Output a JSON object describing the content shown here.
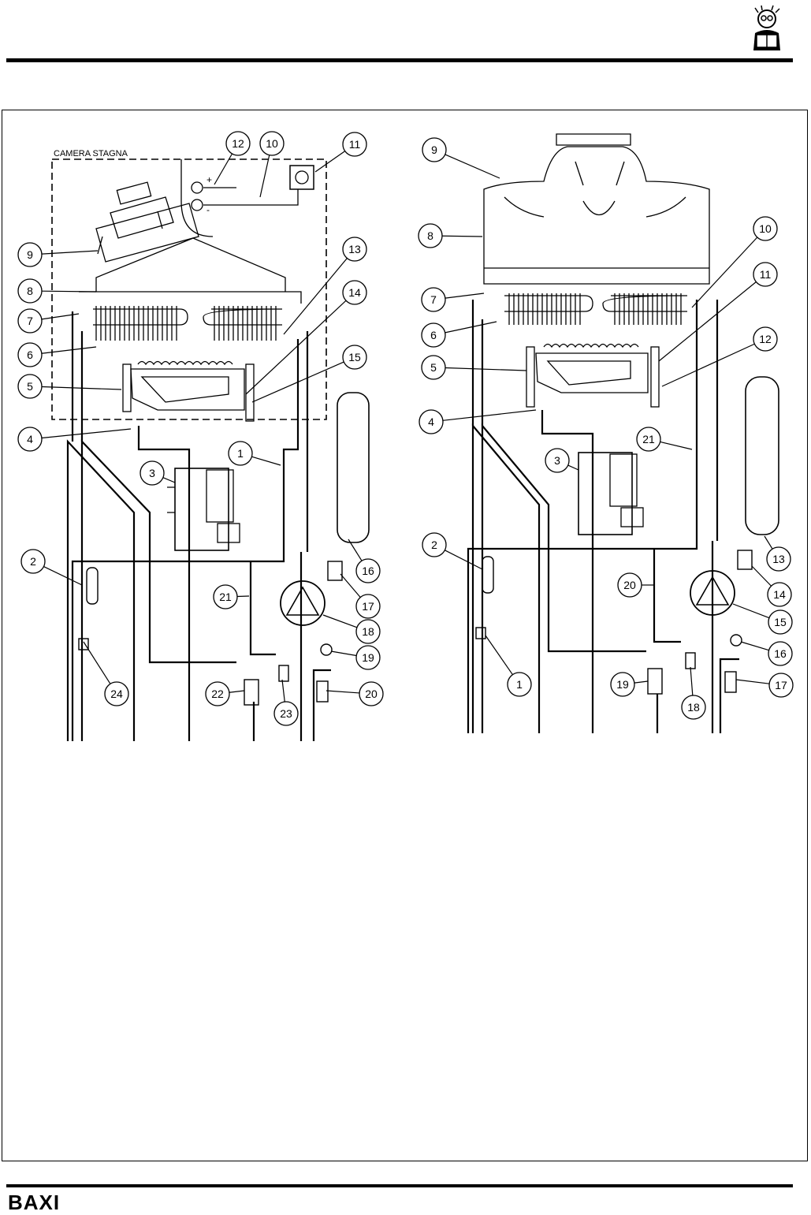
{
  "brand": {
    "name": "BAXI"
  },
  "left_diagram": {
    "chamber_label": "CAMERA STAGNA",
    "callouts": [
      "12",
      "10",
      "11",
      "9",
      "8",
      "7",
      "6",
      "5",
      "4",
      "13",
      "14",
      "15",
      "1",
      "3",
      "2",
      "21",
      "16",
      "17",
      "18",
      "19",
      "24",
      "22",
      "23",
      "20"
    ],
    "terminal_plus": "+",
    "terminal_minus": "-"
  },
  "right_diagram": {
    "callouts": [
      "9",
      "8",
      "7",
      "6",
      "5",
      "4",
      "10",
      "11",
      "12",
      "21",
      "3",
      "2",
      "20",
      "13",
      "14",
      "15",
      "16",
      "1",
      "19",
      "18",
      "17"
    ]
  },
  "icons": [
    "reading-man-icon",
    "circulation-pump-icon",
    "pressure-gauge-icon",
    "expansion-vessel-icon",
    "fan-icon",
    "gas-valve-icon"
  ]
}
